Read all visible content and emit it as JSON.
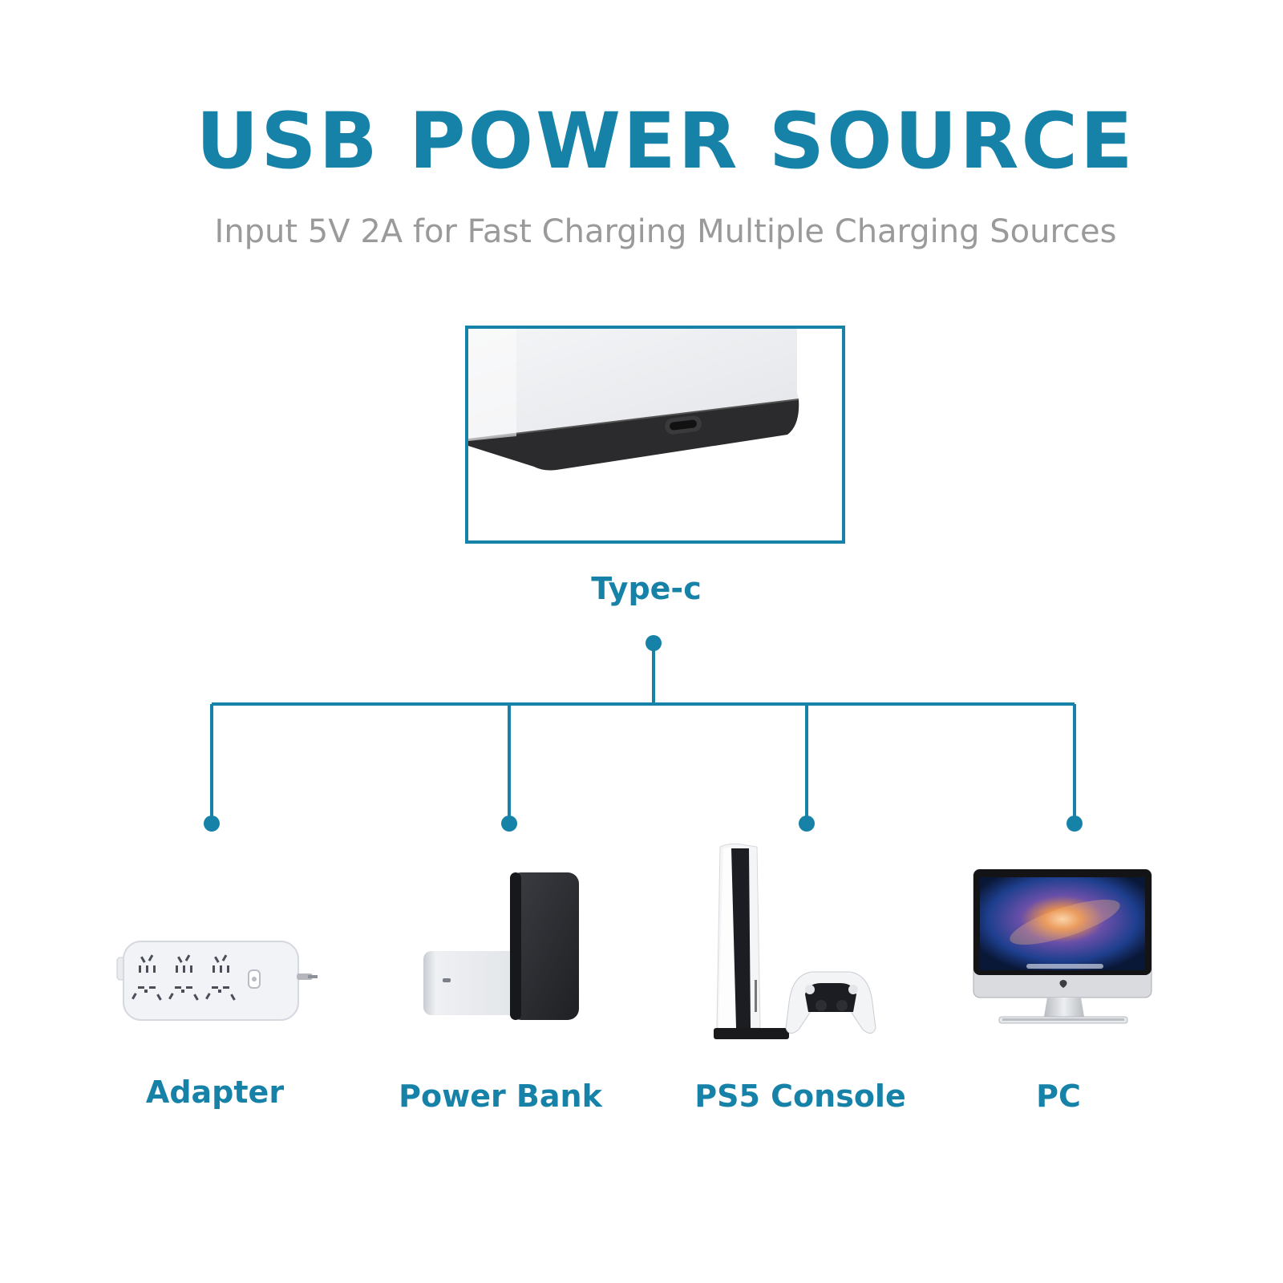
{
  "title": "USB POWER SOURCE",
  "subtitle": "Input 5V 2A  for Fast Charging Multiple Charging Sources",
  "port": {
    "label": "Type-c",
    "icon": "type-c-port-closeup-icon"
  },
  "sources": [
    {
      "label": "Adapter",
      "icon": "power-strip-icon"
    },
    {
      "label": "Power Bank",
      "icon": "power-bank-icon"
    },
    {
      "label": "PS5 Console",
      "icon": "ps5-console-icon"
    },
    {
      "label": "PC",
      "icon": "desktop-computer-icon"
    }
  ],
  "colors": {
    "accent": "#1682A8",
    "subtitle": "#9A9A9A",
    "background": "#FFFFFF",
    "device_dark": "#232325",
    "device_light": "#ECEDF0"
  }
}
